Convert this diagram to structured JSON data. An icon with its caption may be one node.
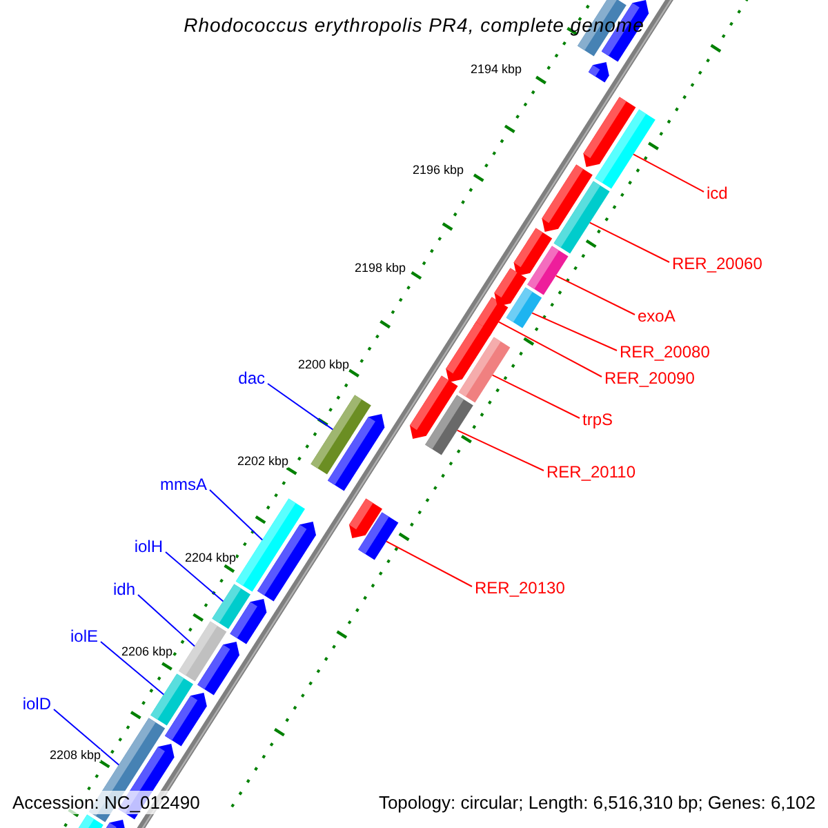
{
  "diagram": {
    "title": "Rhodococcus erythropolis PR4, complete genome",
    "nodes": [
      {
        "text": [
          "icd"
        ]
      },
      {
        "text": [],
        "shape": "bar"
      },
      {
        "text": [
          "RER_20060"
        ]
      },
      {
        "text": [],
        "shape": "bar"
      },
      {
        "text": [
          "exoA"
        ]
      },
      {
        "text": [],
        "shape": "bar"
      },
      {
        "text": [
          "RER_20080"
        ]
      },
      {
        "text": [],
        "shape": "bar"
      },
      {
        "text": [
          "RER_20090"
        ]
      },
      {
        "text": [],
        "shape": "bar"
      },
      {
        "text": [
          "dac"
        ]
      },
      {
        "text": [],
        "shape": "bar"
      },
      {
        "text": [
          "trpS"
        ]
      },
      {
        "text": [],
        "shape": "bar"
      },
      {
        "text": [
          "RER_20110"
        ]
      },
      {
        "text": [],
        "shape": "bar"
      },
      {
        "text": [
          "mmsA"
        ]
      },
      {
        "text": [],
        "shape": "bar"
      },
      {
        "text": [
          "iolH"
        ]
      },
      {
        "text": [],
        "shape": "bar"
      },
      {
        "text": [
          "RER_20130"
        ]
      },
      {
        "text": [],
        "shape": "bar"
      },
      {
        "text": [
          "idh"
        ]
      },
      {
        "text": [],
        "shape": "bar"
      },
      {
        "text": [
          "iolE"
        ]
      },
      {
        "text": [],
        "shape": "bar"
      },
      {
        "text": [
          "iolD"
        ]
      },
      {
        "text": [],
        "shape": "bar"
      },
      {
        "text": [],
        "shape": "bar"
      },
      {
        "text": [],
        "shape": "arrow"
      },
      {
        "text": [],
        "shape": "arrow"
      },
      {
        "text": [],
        "shape": "arrow"
      },
      {
        "text": [],
        "shape": "arrow"
      },
      {
        "text": [],
        "shape": "arrow"
      },
      {
        "text": [],
        "shape": "arrow"
      },
      {
        "text": [],
        "shape": "arrow"
      },
      {
        "text": [],
        "shape": "arrow"
      },
      {
        "text": [],
        "shape": "arrow"
      },
      {
        "text": [],
        "shape": "arrow"
      },
      {
        "text": [],
        "shape": "arrow"
      },
      {
        "text": [],
        "shape": "arrow"
      },
      {
        "text": [],
        "shape": "arrow"
      },
      {
        "text": [],
        "shape": "arrow"
      },
      {
        "text": [],
        "shape": "arrow"
      },
      {
        "text": [],
        "shape": "bar"
      },
      {
        "text": [],
        "shape": "arrow"
      }
    ],
    "edges": [
      {
        "from": 0,
        "to": 1,
        "arrow": "none"
      },
      {
        "from": 2,
        "to": 3,
        "arrow": "none"
      },
      {
        "from": 4,
        "to": 5,
        "arrow": "none"
      },
      {
        "from": 6,
        "to": 7,
        "arrow": "none"
      },
      {
        "from": 8,
        "to": 9,
        "arrow": "none"
      },
      {
        "from": 10,
        "to": 11,
        "arrow": "none",
        "color": "#0000ff"
      },
      {
        "from": 12,
        "to": 13,
        "arrow": "none"
      },
      {
        "from": 14,
        "to": 15,
        "arrow": "none"
      },
      {
        "from": 16,
        "to": 17,
        "arrow": "none",
        "color": "#0000ff"
      },
      {
        "from": 18,
        "to": 19,
        "arrow": "none",
        "color": "#0000ff"
      },
      {
        "from": 20,
        "to": 21,
        "arrow": "none"
      },
      {
        "from": 22,
        "to": 23,
        "arrow": "none",
        "color": "#0000ff"
      },
      {
        "from": 24,
        "to": 25,
        "arrow": "none",
        "color": "#0000ff"
      },
      {
        "from": 26,
        "to": 27,
        "arrow": "none",
        "color": "#0000ff"
      }
    ],
    "labels": [
      "2194 kbp",
      "2196 kbp",
      "2198 kbp",
      "2200 kbp",
      "2202 kbp",
      "2204 kbp",
      "2206 kbp",
      "2208 kbp",
      "Accession: NC_012490",
      "Topology: circular; Length: 6,516,310 bp; Genes: 6,102"
    ]
  }
}
